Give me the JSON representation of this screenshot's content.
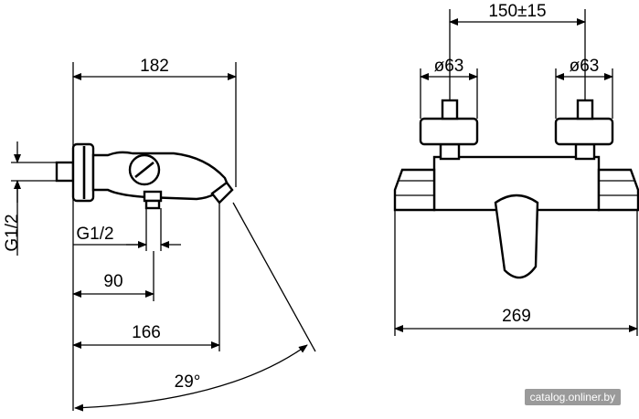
{
  "dimensions": {
    "side_length": "182",
    "side_thread_vertical": "G1/2",
    "side_thread_horizontal": "G1/2",
    "side_depth_90": "90",
    "side_depth_166": "166",
    "side_angle": "29°",
    "front_centers": "150±15",
    "front_diameter_left": "ø63",
    "front_diameter_right": "ø63",
    "front_width": "269"
  },
  "watermark": "catalog.onliner.by",
  "colors": {
    "line": "#000000",
    "background": "#ffffff"
  }
}
